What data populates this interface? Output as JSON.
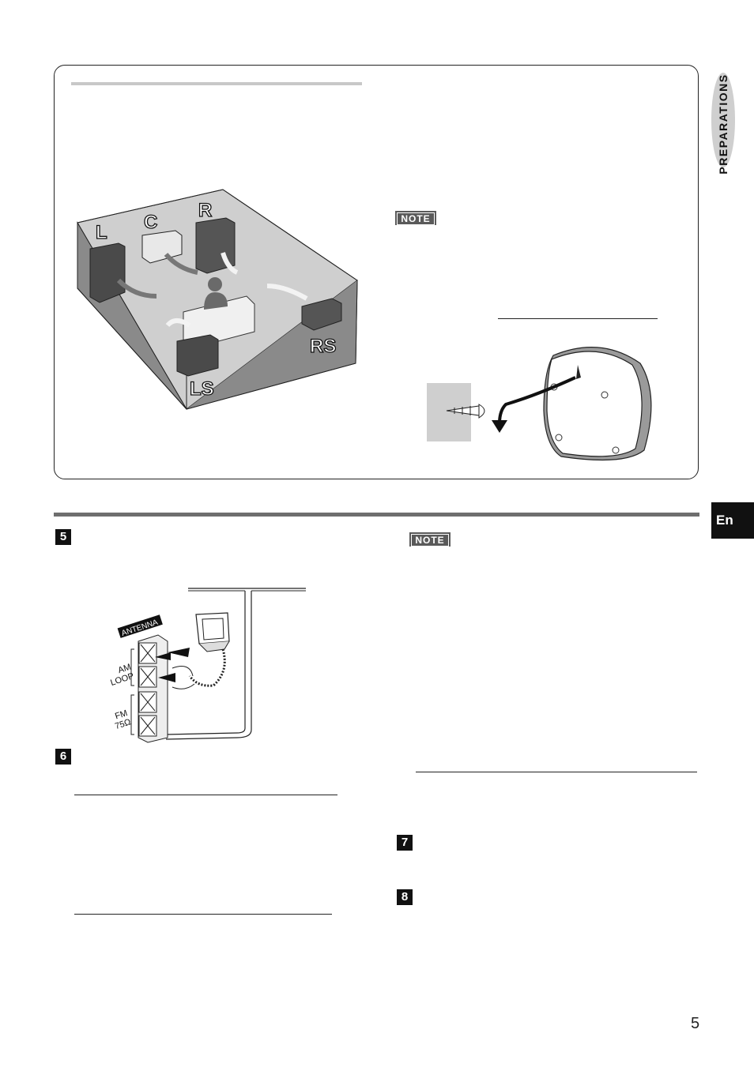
{
  "side_tab": {
    "label": "PREPARATIONS"
  },
  "language_tab": {
    "label": "En"
  },
  "room_diagram": {
    "labels": {
      "left": "L",
      "center": "C",
      "right": "R",
      "right_surround": "RS",
      "left_surround": "LS"
    }
  },
  "notes": {
    "upper": "NOTE",
    "lower": "NOTE"
  },
  "antenna_diagram": {
    "panel_label": "ANTENNA",
    "am_label_1": "AM",
    "am_label_2": "LOOP",
    "fm_label_1": "FM",
    "fm_label_2": "75Ω"
  },
  "steps": {
    "five": "5",
    "six": "6",
    "seven": "7",
    "eight": "8"
  },
  "page_number": "5"
}
